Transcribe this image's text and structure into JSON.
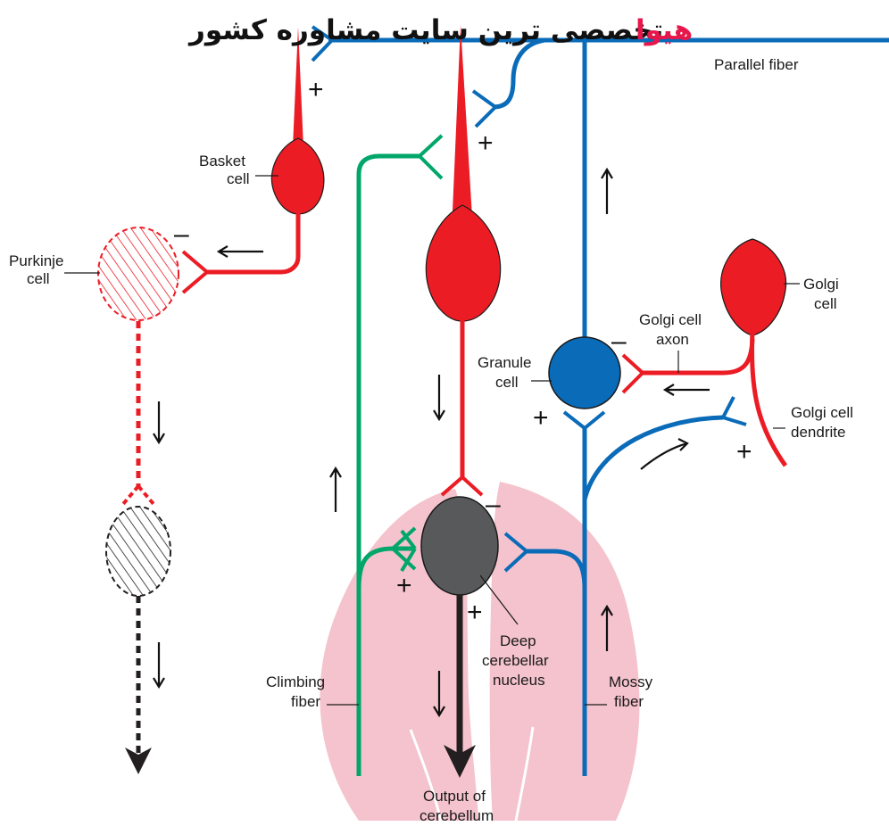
{
  "watermark": {
    "brand": "هیوا",
    "text": "تخصصی ترین سایت مشاوره کشور"
  },
  "labels": {
    "parallel_fiber": "Parallel fiber",
    "basket_cell_1": "Basket",
    "basket_cell_2": "cell",
    "purkinje_cell_1": "Purkinje",
    "purkinje_cell_2": "cell",
    "golgi_cell_1": "Golgi",
    "golgi_cell_2": "cell",
    "golgi_axon_1": "Golgi cell",
    "golgi_axon_2": "axon",
    "granule_cell_1": "Granule",
    "granule_cell_2": "cell",
    "golgi_dendrite_1": "Golgi cell",
    "golgi_dendrite_2": "dendrite",
    "deep_nucleus_1": "Deep",
    "deep_nucleus_2": "cerebellar",
    "deep_nucleus_3": "nucleus",
    "climbing_fiber_1": "Climbing",
    "climbing_fiber_2": "fiber",
    "mossy_fiber_1": "Mossy",
    "mossy_fiber_2": "fiber",
    "output_1": "Output of",
    "output_2": "cerebellum"
  },
  "signs": {
    "plus": "+",
    "minus": "–"
  },
  "colors": {
    "excitatory_red": "#ec1c24",
    "mossy_blue": "#0a6bb8",
    "climbing_green": "#00a66a",
    "nucleus_gray": "#58595b",
    "background_pink": "#f4c3cd",
    "output_black": "#231f20"
  }
}
